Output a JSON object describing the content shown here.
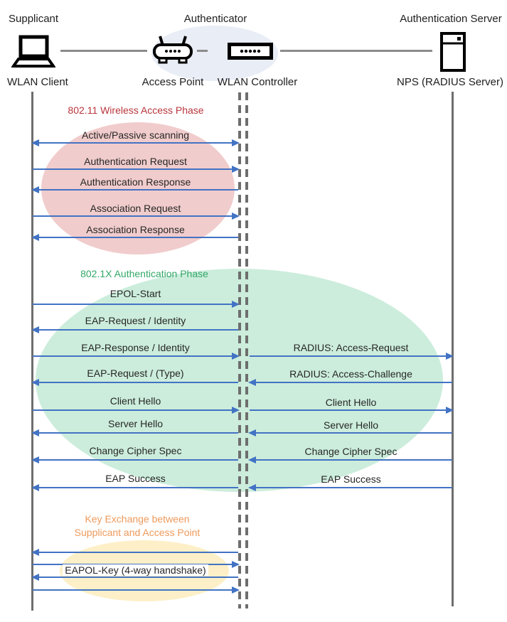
{
  "actors": {
    "supplicant_role": "Supplicant",
    "supplicant_name": "WLAN Client",
    "authenticator_role": "Authenticator",
    "access_point_name": "Access Point",
    "controller_name": "WLAN Controller",
    "server_role": "Authentication Server",
    "server_name": "NPS (RADIUS Server)"
  },
  "phases": {
    "wireless_access": {
      "title": "802.11 Wireless Access Phase",
      "color": "#B9353B",
      "fill": "#F1CCCC"
    },
    "authentication": {
      "title": "802.1X Authentication Phase",
      "color": "#33A868",
      "fill": "#CCEDDC"
    },
    "key_exchange": {
      "title_line1": "Key Exchange between",
      "title_line2": "Supplicant and Access Point",
      "color": "#EE9A5B",
      "fill": "#FDF0C8"
    }
  },
  "messages_left": [
    {
      "label": "Active/Passive scanning",
      "direction": "both"
    },
    {
      "label": "Authentication Request",
      "direction": "right"
    },
    {
      "label": "Authentication Response",
      "direction": "left"
    },
    {
      "label": "Association Request",
      "direction": "right"
    },
    {
      "label": "Association Response",
      "direction": "left"
    },
    {
      "label": "EPOL-Start",
      "direction": "right"
    },
    {
      "label": "EAP-Request / Identity",
      "direction": "left"
    },
    {
      "label": "EAP-Response / Identity",
      "direction": "right"
    },
    {
      "label": "EAP-Request / (Type)",
      "direction": "left"
    },
    {
      "label": "Client Hello",
      "direction": "right"
    },
    {
      "label": "Server Hello",
      "direction": "left"
    },
    {
      "label": "Change Cipher Spec",
      "direction": "left"
    },
    {
      "label": "EAP Success",
      "direction": "left"
    },
    {
      "label": "",
      "direction": "left"
    },
    {
      "label": "",
      "direction": "right"
    },
    {
      "label": "EAPOL-Key (4-way handshake)",
      "direction": "left"
    },
    {
      "label": "",
      "direction": "right"
    }
  ],
  "messages_right": [
    {
      "label": "RADIUS: Access-Request",
      "direction": "right"
    },
    {
      "label": "RADIUS: Access-Challenge",
      "direction": "left"
    },
    {
      "label": "Client Hello",
      "direction": "right"
    },
    {
      "label": "Server Hello",
      "direction": "left"
    },
    {
      "label": "Change Cipher Spec",
      "direction": "left"
    },
    {
      "label": "EAP Success",
      "direction": "left"
    }
  ],
  "colors": {
    "arrow": "#4273C4",
    "lifeline": "#6E6E6E",
    "connector": "#8C8C8C",
    "authenticator_group_fill": "#E9EDF6"
  }
}
